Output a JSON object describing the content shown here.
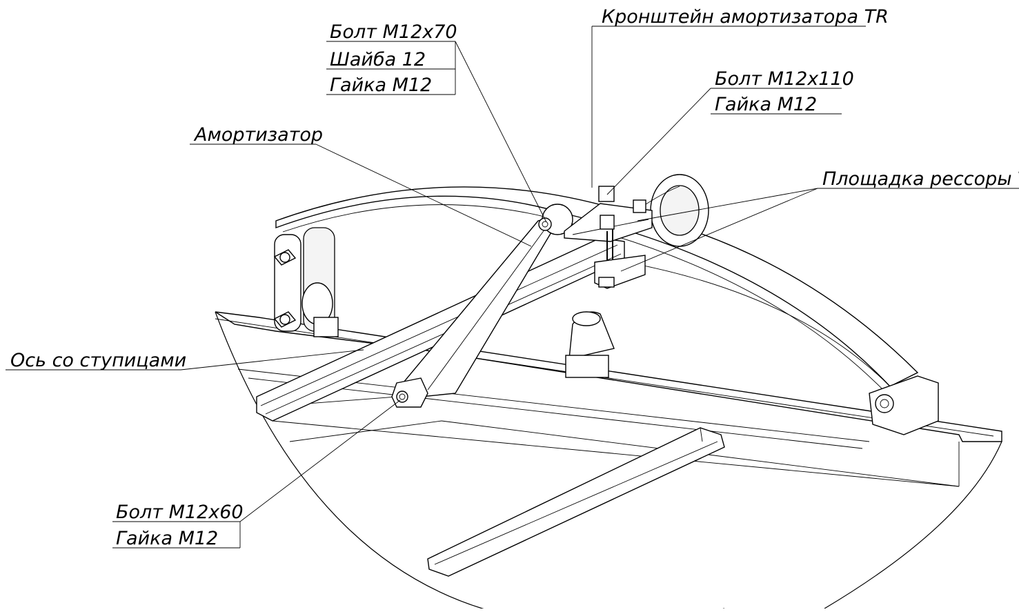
{
  "callouts": {
    "bolt_m12x70": "Болт М12х70",
    "washer_12": "Шайба 12",
    "nut_m12_a": "Гайка М12",
    "bracket": "Кронштейн амортизатора TR",
    "bolt_m12x110": "Болт М12х110",
    "nut_m12_b": "Гайка М12",
    "shock_absorber": "Амортизатор",
    "spring_pad": "Площадка рессоры TR",
    "axle_with_hubs": "Ось со ступицами",
    "bolt_m12x60": "Болт М12х60",
    "nut_m12_c": "Гайка М12"
  }
}
